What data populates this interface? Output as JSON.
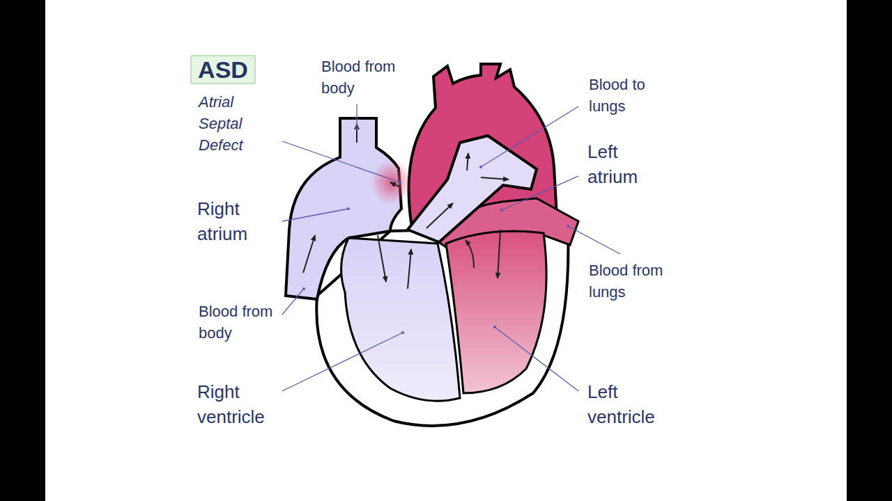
{
  "diagram": {
    "nodes": [
      {
        "text": [
          "ASD"
        ]
      }
    ],
    "labels": [
      "Blood from body",
      "Atrial Septal Defect",
      "Right atrium",
      "Blood from body",
      "Right ventricle",
      "Blood to lungs",
      "Left atrium",
      "Blood from lungs",
      "Left ventricle"
    ]
  }
}
